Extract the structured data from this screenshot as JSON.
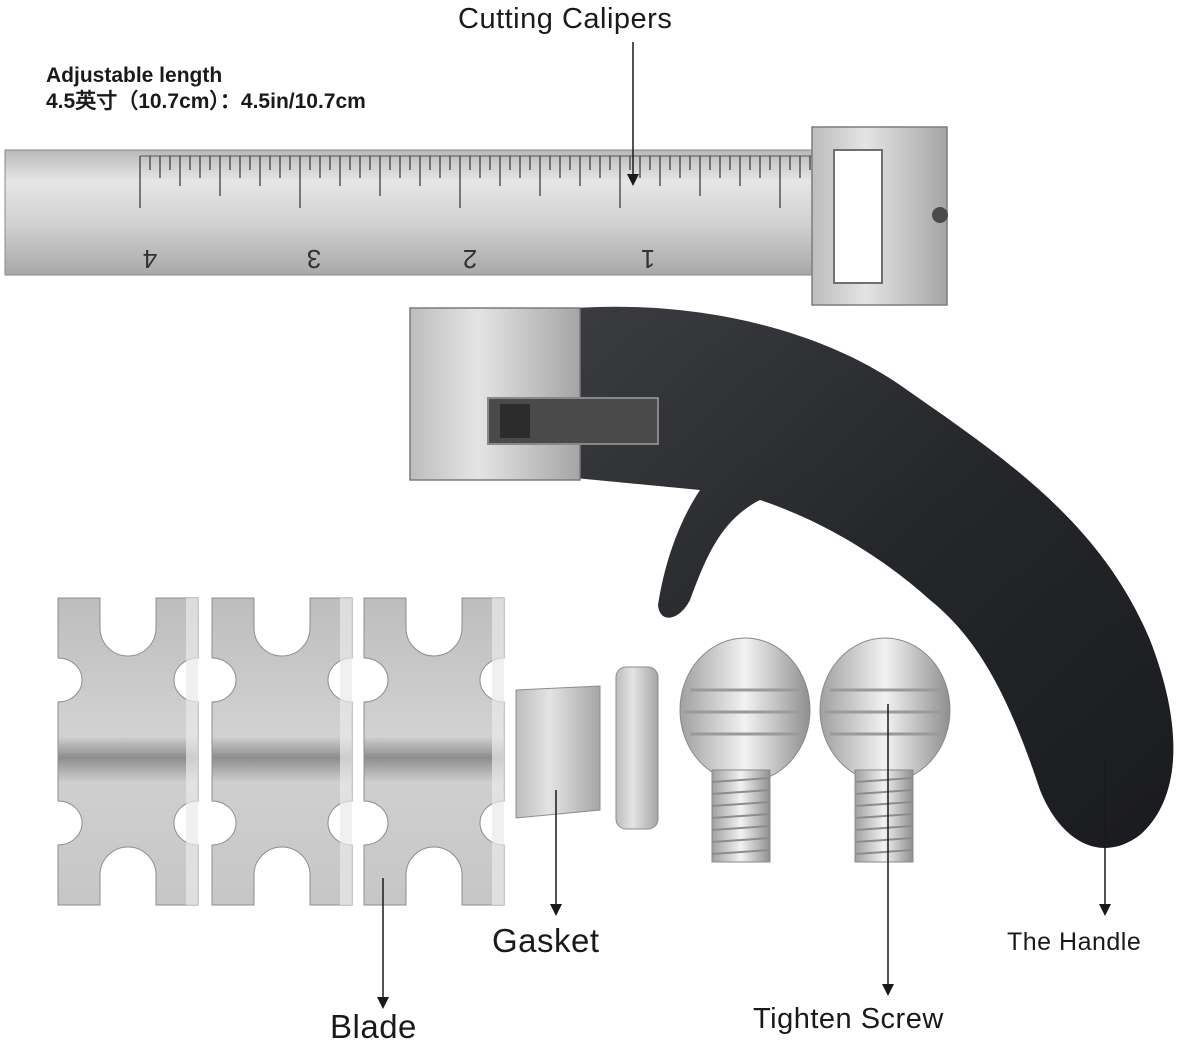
{
  "labels": {
    "cutting_calipers": "Cutting Calipers",
    "adjustable_length_title": "Adjustable length",
    "adjustable_length_value": "4.5英寸（10.7cm）：4.5in/10.7cm",
    "gasket": "Gasket",
    "the_handle": "The Handle",
    "blade": "Blade",
    "tighten_screw": "Tighten Screw"
  },
  "ruler_numbers": [
    "4",
    "3",
    "2",
    "1"
  ],
  "colors": {
    "steel_light": "#d9d9d9",
    "steel_dark": "#9a9a9a",
    "handle": "#2b2d30",
    "text": "#1a1a1a"
  }
}
